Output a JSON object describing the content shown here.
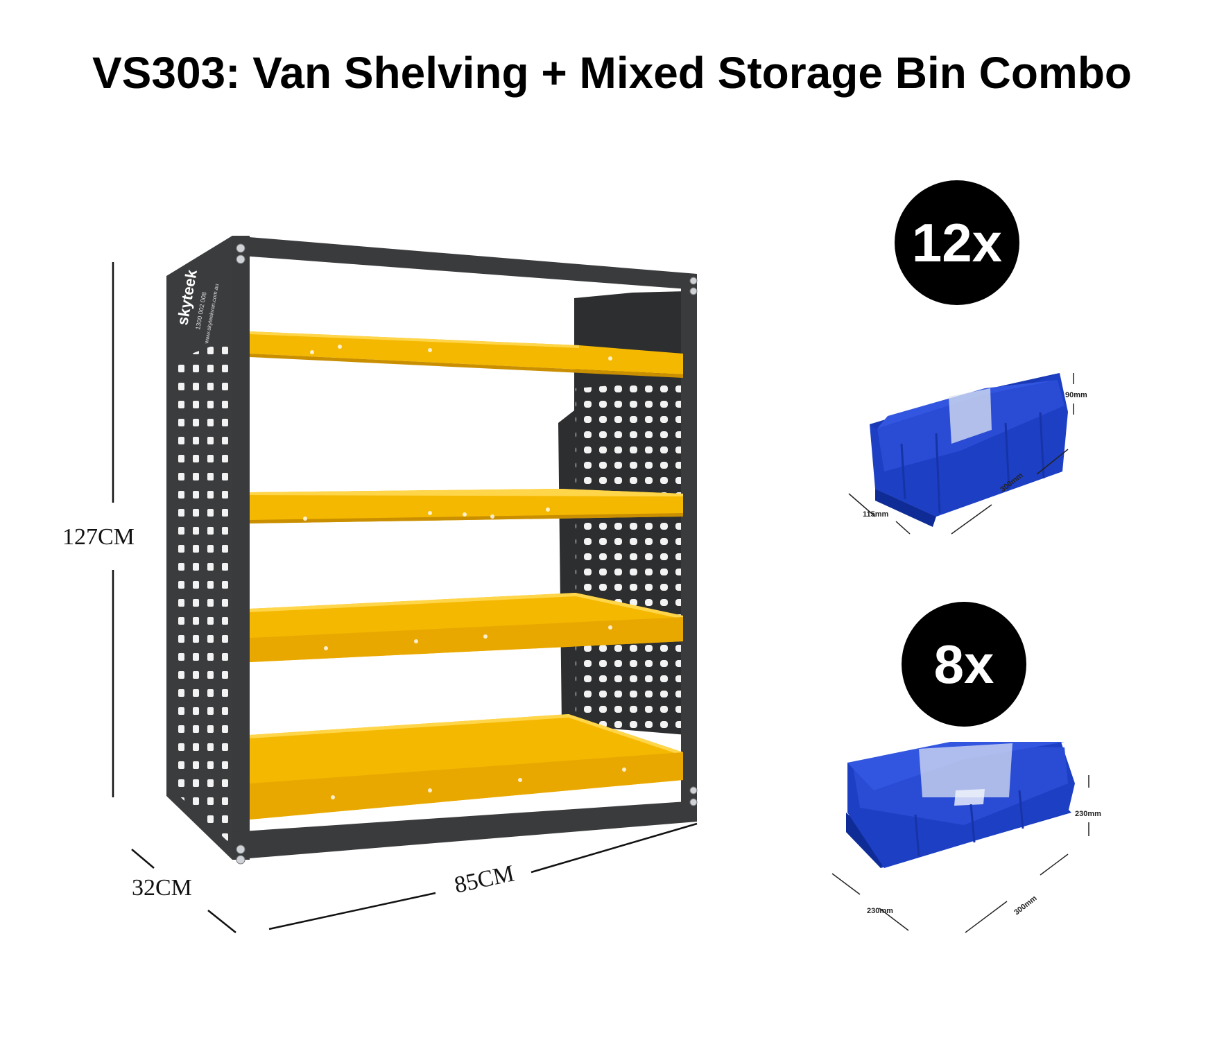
{
  "title": "VS303: Van Shelving + Mixed Storage Bin Combo",
  "shelving": {
    "brand": "skyteek",
    "brand_phone": "1300 002 008",
    "brand_url": "www.skyteekvan.com.au",
    "height_label": "127CM",
    "depth_label": "32CM",
    "width_label": "85CM",
    "colors": {
      "frame": "#3a3b3d",
      "shelf": "#f5b800"
    }
  },
  "bins": [
    {
      "quantity_label": "12x",
      "height_label": "90mm",
      "length_label": "300mm",
      "width_label": "115mm"
    },
    {
      "quantity_label": "8x",
      "height_label": "230mm",
      "length_label": "300mm",
      "width_label": "230mm"
    }
  ],
  "colors": {
    "bin": "#1d3fc4",
    "badge": "#000000"
  }
}
